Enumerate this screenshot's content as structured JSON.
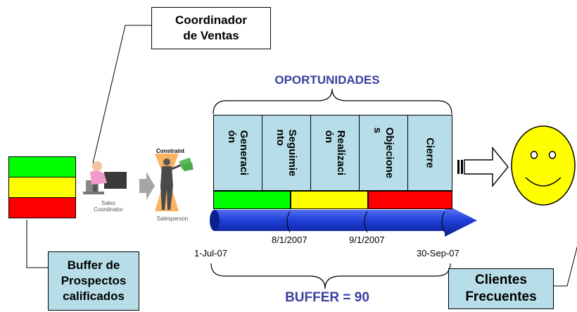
{
  "coordinator_box": {
    "line1": "Coordinador",
    "line2": "de Ventas"
  },
  "opportunities_title": "OPORTUNIDADES",
  "stages": [
    {
      "line1": "Generaci",
      "line2": "ón"
    },
    {
      "line1": "Seguimie",
      "line2": "nto"
    },
    {
      "line1": "Realizaci",
      "line2": "ón"
    },
    {
      "line1": "Objecione",
      "line2": "s"
    },
    {
      "line1": "Cierre",
      "line2": ""
    }
  ],
  "buffer_box": {
    "line1": "Buffer de",
    "line2": "Prospectos",
    "line3": "calificados"
  },
  "clientes_box": {
    "line1": "Clientes",
    "line2": "Frecuentes"
  },
  "buffer_title": "BUFFER = 90",
  "dates": {
    "start": "1-Jul-07",
    "mid1": "8/1/2007",
    "mid2": "9/1/2007",
    "end": "30-Sep-07"
  },
  "figure_labels": {
    "coordinator": "Sales\nCoordinator",
    "constraint": "Constraint",
    "salesperson": "Salesperson"
  },
  "colors": {
    "green": "#00ff00",
    "yellow": "#ffff00",
    "red": "#ff0000",
    "stage": "#b7dee8",
    "title": "#3b3f9e",
    "arrow": "#1f3fd8"
  }
}
